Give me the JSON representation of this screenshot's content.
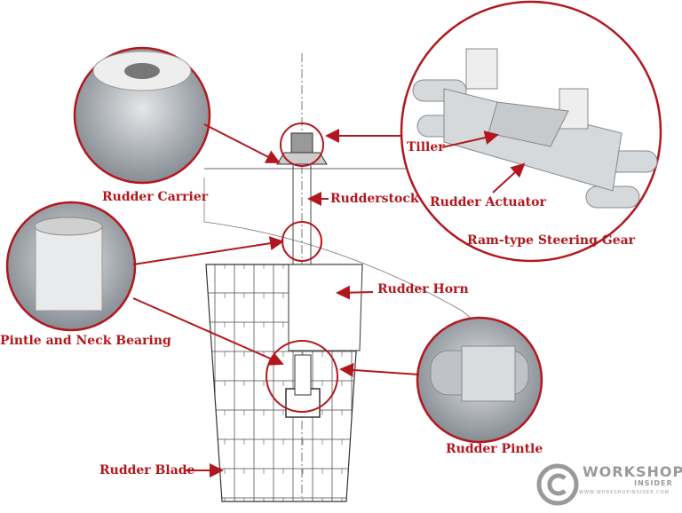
{
  "colors": {
    "accent": "#b3171e",
    "drawing": "#444444",
    "photo_gray": "#b8bcc0"
  },
  "labels": {
    "rudder_carrier": "Rudder Carrier",
    "rudderstock": "Rudderstock",
    "tiller": "Tiller",
    "rudder_actuator": "Rudder Actuator",
    "steering_gear": "Ram-type Steering Gear",
    "rudder_horn": "Rudder Horn",
    "pintle_neck_bearing": "Pintle and Neck Bearing",
    "rudder_pintle": "Rudder Pintle",
    "rudder_blade": "Rudder Blade"
  },
  "watermark": {
    "brand": "WORKSHOP",
    "sub": "INSIDER",
    "url": "WWW.WORKSHOPINSIDER.COM",
    "icon": "copyright-icon"
  }
}
